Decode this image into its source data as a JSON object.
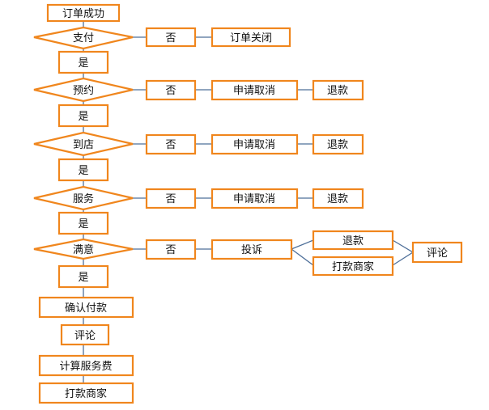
{
  "colors": {
    "node_border": "#f0861d",
    "connector": "#4e6f99",
    "text": "#111111"
  },
  "flow": {
    "start": "订单成功",
    "decisions": [
      {
        "label": "支付",
        "yes": "是",
        "no": "否",
        "no_path": [
          "订单关闭"
        ]
      },
      {
        "label": "预约",
        "yes": "是",
        "no": "否",
        "no_path": [
          "申请取消",
          "退款"
        ]
      },
      {
        "label": "到店",
        "yes": "是",
        "no": "否",
        "no_path": [
          "申请取消",
          "退款"
        ]
      },
      {
        "label": "服务",
        "yes": "是",
        "no": "否",
        "no_path": [
          "申请取消",
          "退款"
        ]
      },
      {
        "label": "满意",
        "yes": "是",
        "no": "否",
        "no_path": [
          "投诉"
        ],
        "branches": [
          "退款",
          "打款商家"
        ],
        "merge": "评论"
      }
    ],
    "end_steps": [
      "确认付款",
      "评论",
      "计算服务费",
      "打款商家"
    ]
  }
}
